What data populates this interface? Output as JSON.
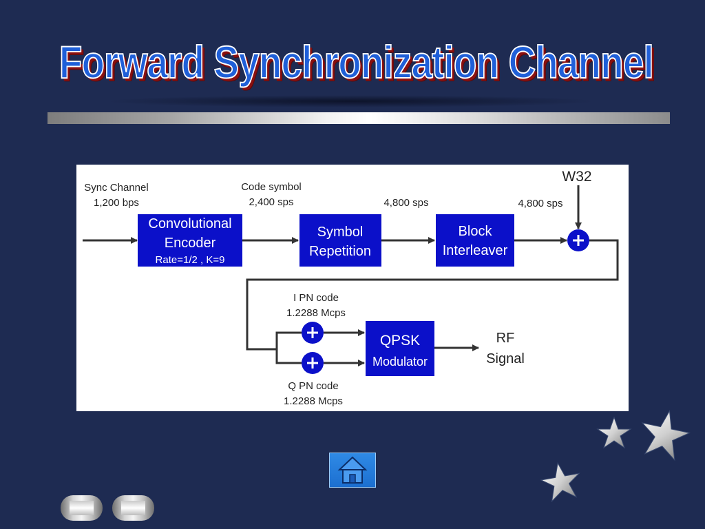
{
  "slide": {
    "title": "Forward Synchronization Channel"
  },
  "diagram": {
    "labels": {
      "sync_channel": "Sync Channel",
      "sync_rate": "1,200 bps",
      "code_symbol": "Code symbol",
      "code_rate": "2,400 sps",
      "rep_rate": "4,800 sps",
      "int_rate": "4,800 sps",
      "walsh": "W32",
      "i_pn": "I PN code",
      "i_rate": "1.2288 Mcps",
      "q_pn": "Q PN code",
      "q_rate": "1.2288 Mcps",
      "rf_1": "RF",
      "rf_2": "Signal"
    },
    "blocks": {
      "encoder_1": "Convolutional",
      "encoder_2": "Encoder",
      "encoder_3": "Rate=1/2 , K=9",
      "repetition_1": "Symbol",
      "repetition_2": "Repetition",
      "interleaver_1": "Block",
      "interleaver_2": "Interleaver",
      "qpsk_1": "QPSK",
      "qpsk_2": "Modulator"
    },
    "colors": {
      "block": "#0b10c9",
      "adder": "#0b10c9",
      "line": "#333333"
    }
  },
  "nav": {
    "home_icon": "home-icon",
    "back_icon": "back-icon",
    "forward_icon": "forward-icon"
  }
}
